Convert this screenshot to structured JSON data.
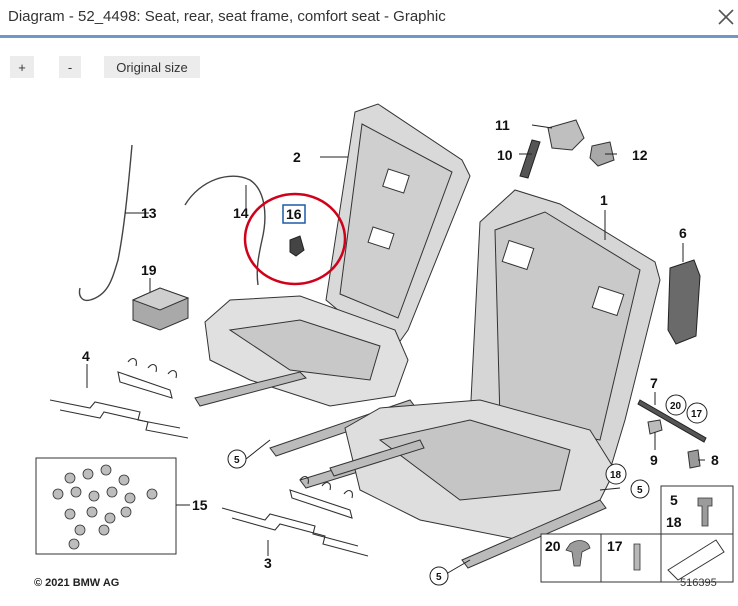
{
  "window": {
    "title": "Diagram - 52_4498: Seat, rear, seat frame, comfort seat - Graphic",
    "close_icon": "close-icon"
  },
  "toolbar": {
    "zoom_in_label": "+",
    "zoom_out_label": "-",
    "original_size_label": "Original size"
  },
  "diagram": {
    "callouts": [
      "1",
      "2",
      "3",
      "4",
      "6",
      "7",
      "8",
      "9",
      "10",
      "11",
      "12",
      "13",
      "14",
      "15",
      "16",
      "19"
    ],
    "circled_callouts": [
      "5",
      "17",
      "18",
      "20"
    ],
    "legend_cells": {
      "top_right_numbers": [
        "5",
        "18"
      ],
      "bottom_left": "20",
      "bottom_middle": "17"
    },
    "highlight_color": "#d0021b",
    "highlighted_callout": "16",
    "copyright": "© 2021 BMW AG",
    "document_number": "516395"
  }
}
